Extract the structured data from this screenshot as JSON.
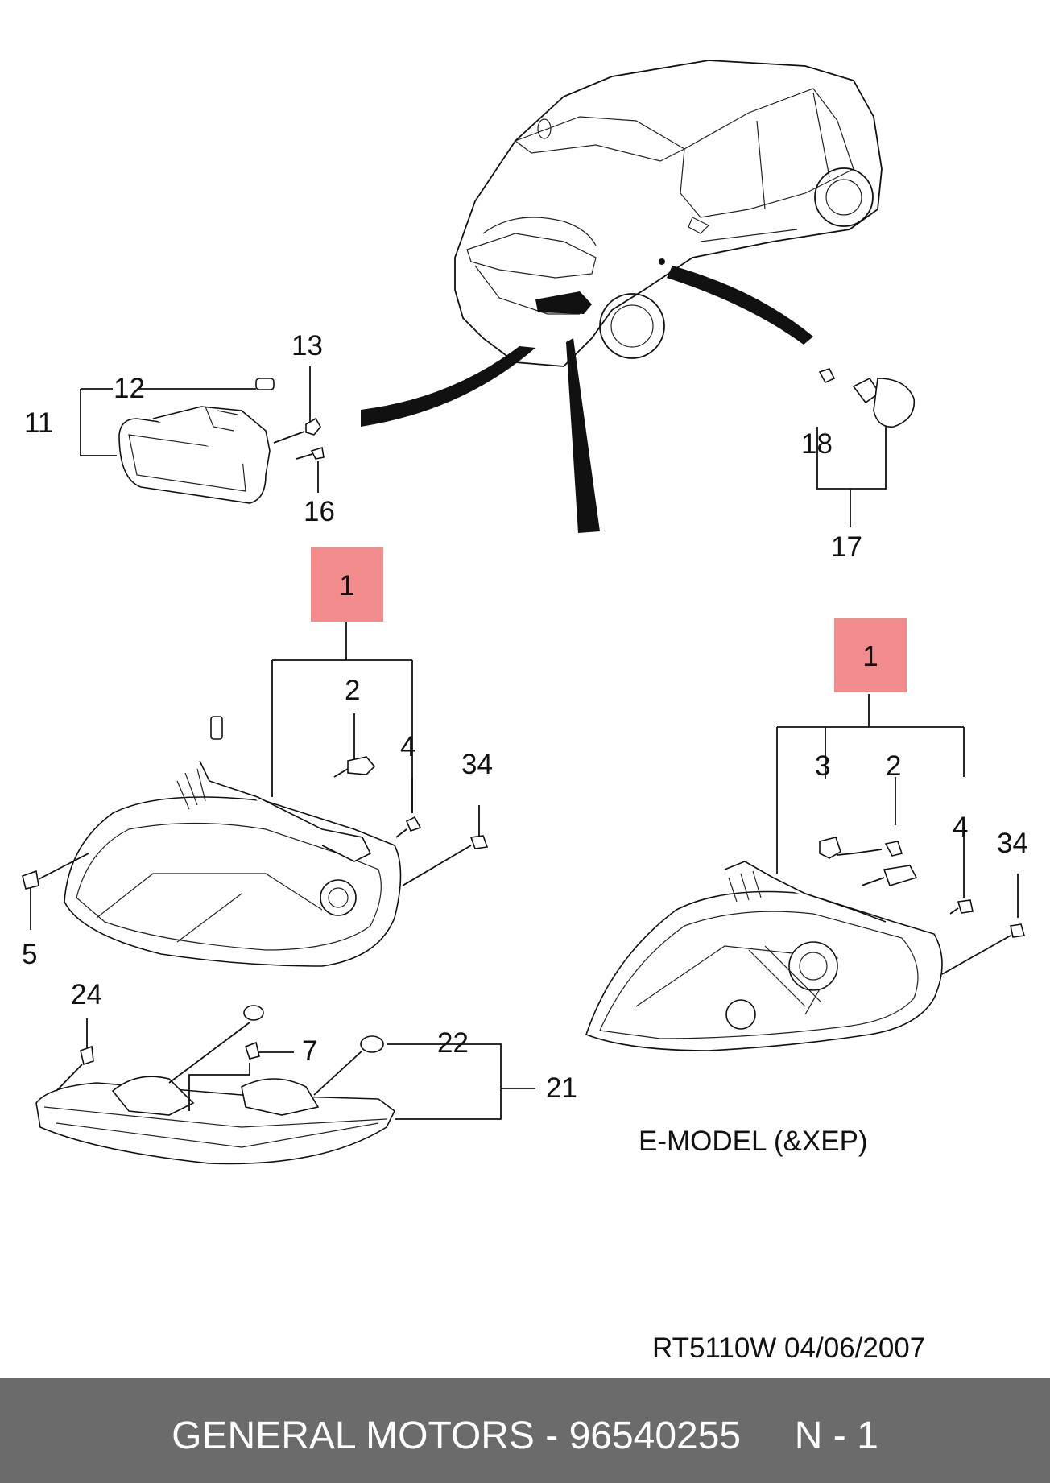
{
  "callouts": {
    "c13": "13",
    "c12": "12",
    "c11": "11",
    "c16": "16",
    "c18": "18",
    "c17": "17",
    "c1_left": "1",
    "c1_right": "1",
    "c2_left": "2",
    "c4_left": "4",
    "c34_left": "34",
    "c5": "5",
    "c3_right": "3",
    "c2_right": "2",
    "c4_right": "4",
    "c34_right": "34",
    "c24": "24",
    "c7": "7",
    "c22": "22",
    "c21": "21"
  },
  "captions": {
    "emodel": "E-MODEL (&XEP)",
    "ref": "RT5110W  04/06/2007"
  },
  "footer": {
    "text": "GENERAL MOTORS - 96540255     N - 1"
  },
  "colors": {
    "highlight": "#f28c8c",
    "footer_bg": "#6b6b6b",
    "footer_text": "#ffffff"
  }
}
